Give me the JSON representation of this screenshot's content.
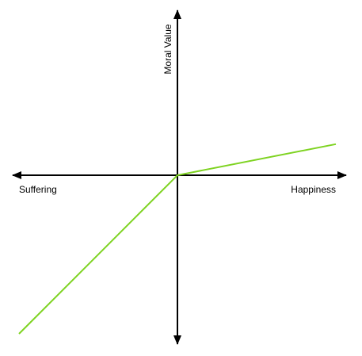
{
  "chart_data": {
    "type": "line",
    "title": "",
    "xlabel_left": "Suffering",
    "xlabel_right": "Happiness",
    "ylabel": "Moral Value",
    "grid": false,
    "legend": "none",
    "xlim": [
      -1,
      1
    ],
    "ylim": [
      -1,
      1
    ],
    "series": [
      {
        "color": "#7ed321",
        "points": [
          {
            "x": -1,
            "y": -1
          },
          {
            "x": 0,
            "y": 0
          },
          {
            "x": 1,
            "y": 0.196
          }
        ]
      }
    ],
    "colors": {
      "axis": "#000000",
      "line": "#7ed321"
    }
  }
}
